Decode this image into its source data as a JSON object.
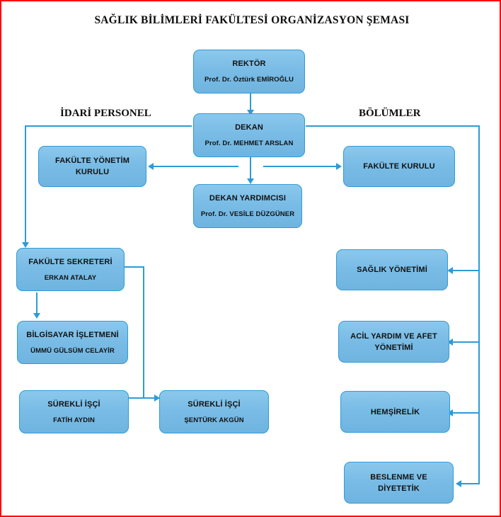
{
  "chart_title": "SAĞLIK BİLİMLERİ FAKÜLTESİ ORGANİZASYON ŞEMASI",
  "sections": {
    "left_label": "İDARİ PERSONEL",
    "right_label": "BÖLÜMLER"
  },
  "colors": {
    "page_border": "#ff0000",
    "node_fill": "#79bce6",
    "node_border": "#2e9bd6",
    "connector": "#2e9bd6",
    "text": "#111111"
  },
  "nodes": {
    "rektor": {
      "title": "REKTÖR",
      "person": "Prof. Dr. Öztürk EMİROĞLU"
    },
    "dekan": {
      "title": "DEKAN",
      "person": "Prof. Dr. MEHMET ARSLAN"
    },
    "dekan_yardimcisi": {
      "title": "DEKAN YARDIMCISI",
      "person": "Prof. Dr. VESİLE DÜZGÜNER"
    },
    "fakulte_yonetim": {
      "title": "FAKÜLTE YÖNETİM",
      "title2": "KURULU"
    },
    "fakulte_kurulu": {
      "title": "FAKÜLTE KURULU"
    },
    "fakulte_sekreteri": {
      "title": "FAKÜLTE SEKRETERİ",
      "person": "ERKAN ATALAY"
    },
    "bilgisayar": {
      "title": "BİLGİSAYAR İŞLETMENİ",
      "person": "ÜMMÜ GÜLSÜM CELAYİR"
    },
    "isci_1": {
      "title": "SÜREKLİ İŞÇİ",
      "person": "FATİH AYDIN"
    },
    "isci_2": {
      "title": "SÜREKLİ İŞÇİ",
      "person": "ŞENTÜRK AKGÜN"
    },
    "saglik_yonetimi": {
      "title": "SAĞLIK YÖNETİMİ"
    },
    "acil_yardim": {
      "title": "ACİL YARDIM VE AFET",
      "title2": "YÖNETİMİ"
    },
    "hemsirelik": {
      "title": "HEMŞİRELİK"
    },
    "beslenme": {
      "title": "BESLENME VE",
      "title2": "DİYETETİK"
    }
  }
}
